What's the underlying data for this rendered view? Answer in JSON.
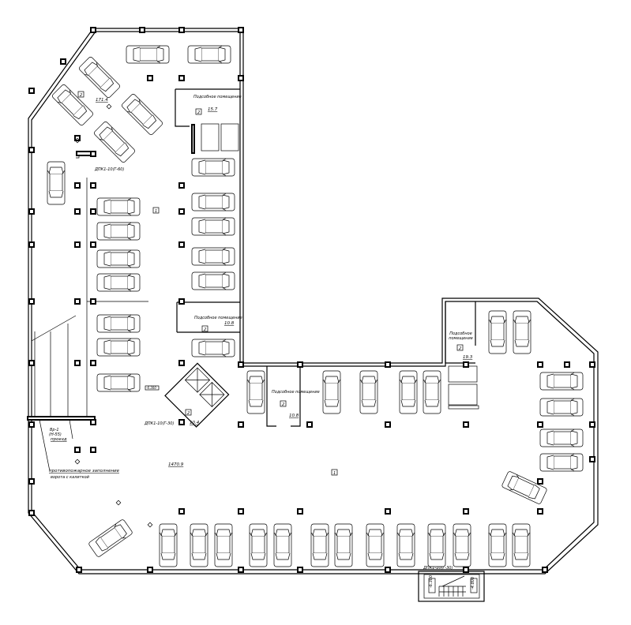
{
  "plan": {
    "room_label": "Подсобное помещение",
    "zone_number_parking": "1",
    "zone_number_room": "2",
    "areas": {
      "parking_top_left": "171.4",
      "room_top": "15.7",
      "room_middle": "10.8",
      "stair_lift": "10.4",
      "room_center": "10.8",
      "room_right": "19.3",
      "parking_main": "1470.9"
    },
    "door_labels": {
      "door_top": "ДПК1-10(Г-60)",
      "door_lift": "ДПК1-10(Г-30)",
      "door_bottom": "ДПК1-10(Г-30)"
    },
    "gate_label": {
      "mark": "Вр-1",
      "size": "(Н-55)",
      "name": "проезд"
    },
    "gate_note_line1": "противопожарное заполнение",
    "gate_note_line2": "ворота с калиткой",
    "level_mark": "-6.300",
    "stair_level_left": "-6.300",
    "stair_level_right": "-4.800"
  }
}
